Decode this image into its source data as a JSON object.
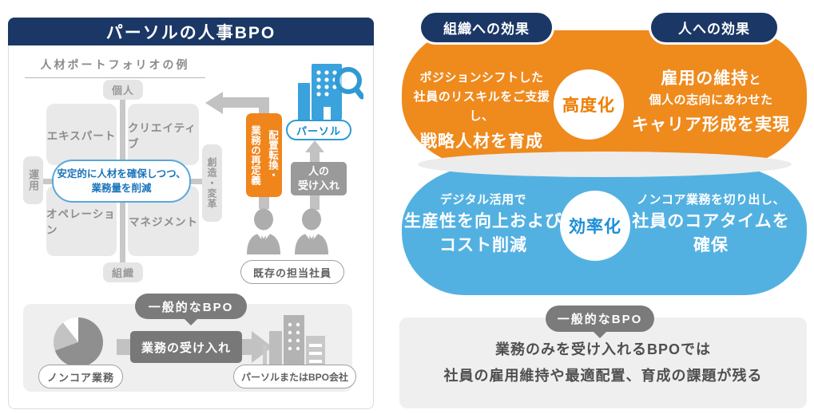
{
  "left": {
    "title": "パーソルの人事BPO",
    "portfolio": {
      "heading": "人材ポートフォリオの例",
      "axis_top": "個人",
      "axis_bottom": "組織",
      "axis_left": "運用",
      "axis_right": "創造・変革",
      "quadrants": [
        "エキスパート",
        "クリエイティブ",
        "オペレーション",
        "マネジメント"
      ],
      "callout1": "安定的に人材を確保しつつ、",
      "callout2": "業務量を削減"
    },
    "flow": {
      "redeploy_col1": "配置転換・",
      "redeploy_col2": "業務の再定義",
      "persol": "パーソル",
      "accept1": "人の",
      "accept2": "受け入れ",
      "existing": "既存の担当社員"
    },
    "bpo": {
      "bubble": "一般的なBPO",
      "noncore": "ノンコア業務",
      "accept_work": "業務の受け入れ",
      "company": "パーソルまたはBPO会社",
      "pie_slices_deg": {
        "dark_gray": 250,
        "light_gray": 72,
        "white": 38
      }
    }
  },
  "right": {
    "org_pill": "組織への効果",
    "people_pill": "人への効果",
    "adv": {
      "circle": "高度化",
      "l1": "ポジションシフトした",
      "l2": "社員のリスキルをご支援し、",
      "l3": "戦略人材を育成",
      "r1a": "雇用の維持",
      "r1b": "と",
      "r2": "個人の志向にあわせた",
      "r3": "キャリア形成を実現"
    },
    "eff": {
      "circle": "効率化",
      "l1": "デジタル活用で",
      "l2": "生産性を向上および",
      "l3": "コスト削減",
      "r1": "ノンコア業務を切り出し、",
      "r2": "社員のコアタイムを",
      "r3": "確保"
    },
    "bpo": {
      "bubble": "一般的なBPO",
      "line1": "業務のみを受け入れるBPOでは",
      "line2": "社員の雇用維持や最適配置、育成の課題が残る"
    }
  },
  "colors": {
    "navy": "#1b3766",
    "orange": "#ef8a1d",
    "orange_deep": "#ee7d01",
    "sky_blue": "#53b1e2",
    "blue_text": "#1e8ed8",
    "building_blue": "#3aa2dc",
    "gray_dark": "#7b7b7b",
    "gray_mid": "#adadad",
    "gray_light": "#e9e9e9",
    "panel_gray": "#efefef"
  }
}
